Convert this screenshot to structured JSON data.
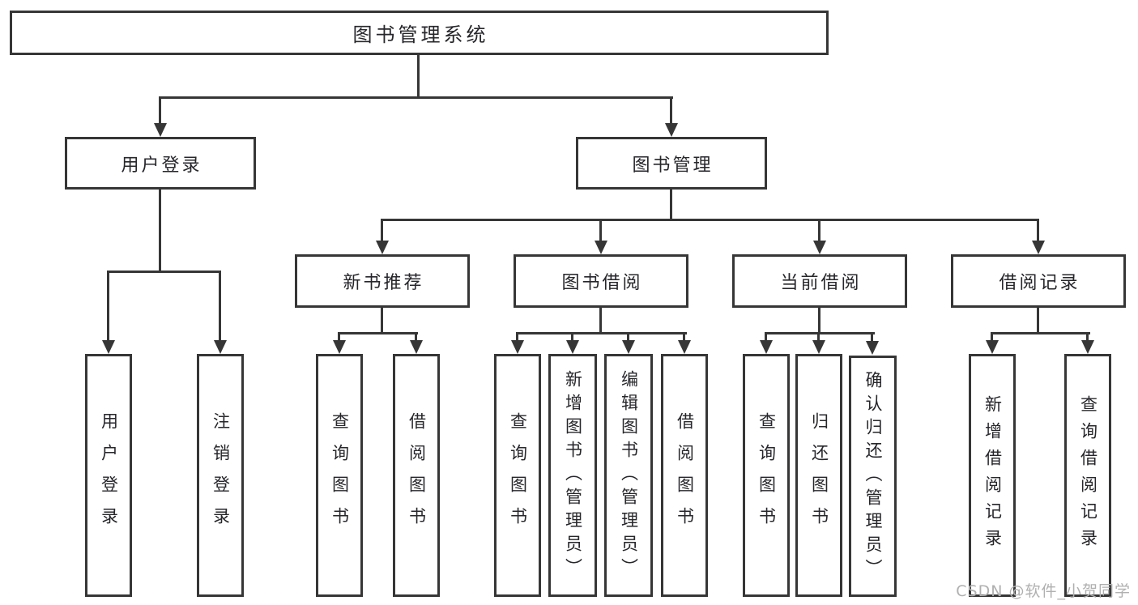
{
  "nodes": {
    "root": "图书管理系统",
    "user_login": "用户登录",
    "book_mgmt": "图书管理",
    "new_book_rec": "新书推荐",
    "book_borrow": "图书借阅",
    "current_borrow": "当前借阅",
    "borrow_record": "借阅记录",
    "leaf_user_login": "用户登录",
    "leaf_logout": "注销登录",
    "leaf_rec_query": "查询图书",
    "leaf_rec_borrow": "借阅图书",
    "leaf_bb_query": "查询图书",
    "leaf_bb_add": "新增图书（管理员）",
    "leaf_bb_edit": "编辑图书（管理员）",
    "leaf_bb_borrow": "借阅图书",
    "leaf_cb_query": "查询图书",
    "leaf_cb_return": "归还图书",
    "leaf_cb_confirm": "确认归还（管理员）",
    "leaf_br_add": "新增借阅记录",
    "leaf_br_query": "查询借阅记录"
  },
  "watermark": "CSDN @软件_小贺同学",
  "colors": {
    "line": "#363636",
    "text": "#26262b",
    "watermark": "#b0b0b0",
    "background": "#ffffff"
  }
}
